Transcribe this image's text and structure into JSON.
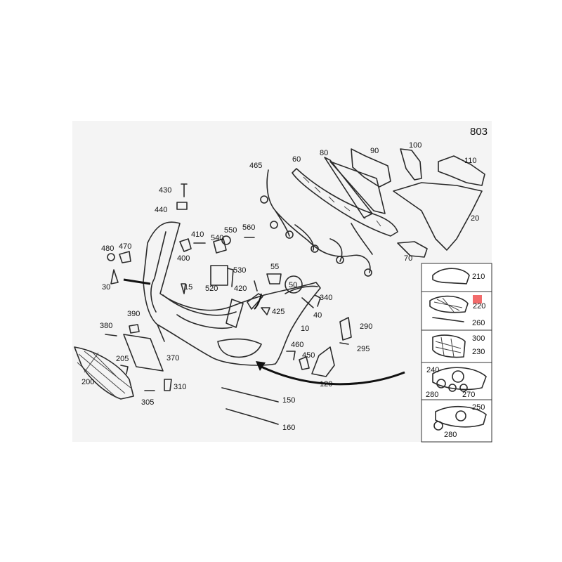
{
  "page_number": "803",
  "highlight_color": "#f26b6b",
  "labels": {
    "p10": "10",
    "p15": "15",
    "p20": "20",
    "p30": "30",
    "p40": "40",
    "p50": "50",
    "p55": "55",
    "p60": "60",
    "p70": "70",
    "p80": "80",
    "p90": "90",
    "p100": "100",
    "p110": "110",
    "p120": "120",
    "p150": "150",
    "p160": "160",
    "p200": "200",
    "p205": "205",
    "p210": "210",
    "p220": "220",
    "p230": "230",
    "p240": "240",
    "p250": "250",
    "p260": "260",
    "p270": "270",
    "p280a": "280",
    "p280b": "280",
    "p290": "290",
    "p295": "295",
    "p300": "300",
    "p305": "305",
    "p310": "310",
    "p340": "340",
    "p370": "370",
    "p380": "380",
    "p390": "390",
    "p400": "400",
    "p410": "410",
    "p420": "420",
    "p425": "425",
    "p430": "430",
    "p440": "440",
    "p450": "450",
    "p460": "460",
    "p465": "465",
    "p470": "470",
    "p480": "480",
    "p520": "520",
    "p530": "530",
    "p540": "540",
    "p550": "550",
    "p560": "560"
  }
}
